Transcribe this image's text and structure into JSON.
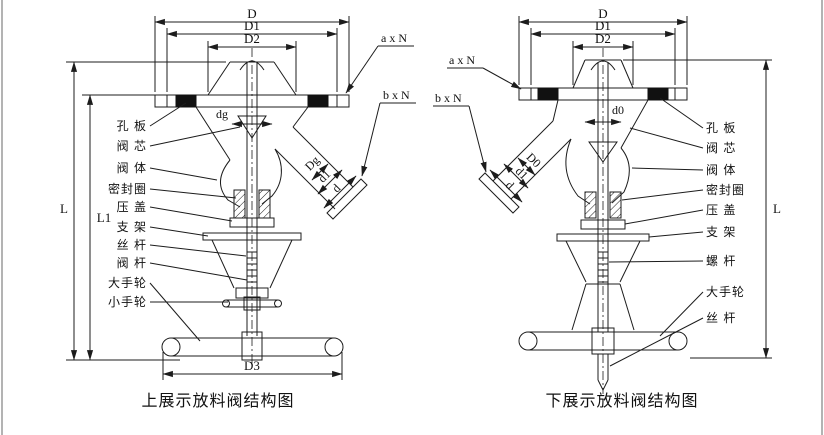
{
  "page": {
    "background": "#ffffff",
    "line_color": "#1c1c1c"
  },
  "left": {
    "caption": "上展示放料阀结构图",
    "dims": {
      "D": "D",
      "D1": "D1",
      "D2": "D2",
      "D3": "D3",
      "dg": "dg",
      "Dg": "Dg",
      "d1": "d1",
      "d": "d",
      "axN": "a x N",
      "bxN": "b x N",
      "L": "L",
      "L1": "L1"
    },
    "parts": [
      {
        "label": "孔  板"
      },
      {
        "label": "阀  芯"
      },
      {
        "label": "阀  体"
      },
      {
        "label": "密封圈"
      },
      {
        "label": "压  盖"
      },
      {
        "label": "支  架"
      },
      {
        "label": "丝  杆"
      },
      {
        "label": "阀  杆"
      },
      {
        "label": "大手轮"
      },
      {
        "label": "小手轮"
      }
    ]
  },
  "right": {
    "caption": "下展示放料阀结构图",
    "dims": {
      "D": "D",
      "D1": "D1",
      "D2": "D2",
      "d0": "d0",
      "D0": "D0",
      "d1": "d1",
      "d": "d",
      "axN": "a x N",
      "bxN": "b x N",
      "L": "L"
    },
    "parts": [
      {
        "label": "孔  板"
      },
      {
        "label": "阀  芯"
      },
      {
        "label": "阀  体"
      },
      {
        "label": "密封圈"
      },
      {
        "label": "压  盖"
      },
      {
        "label": "支  架"
      },
      {
        "label": "螺  杆"
      },
      {
        "label": "大手轮"
      },
      {
        "label": "丝  杆"
      }
    ]
  }
}
